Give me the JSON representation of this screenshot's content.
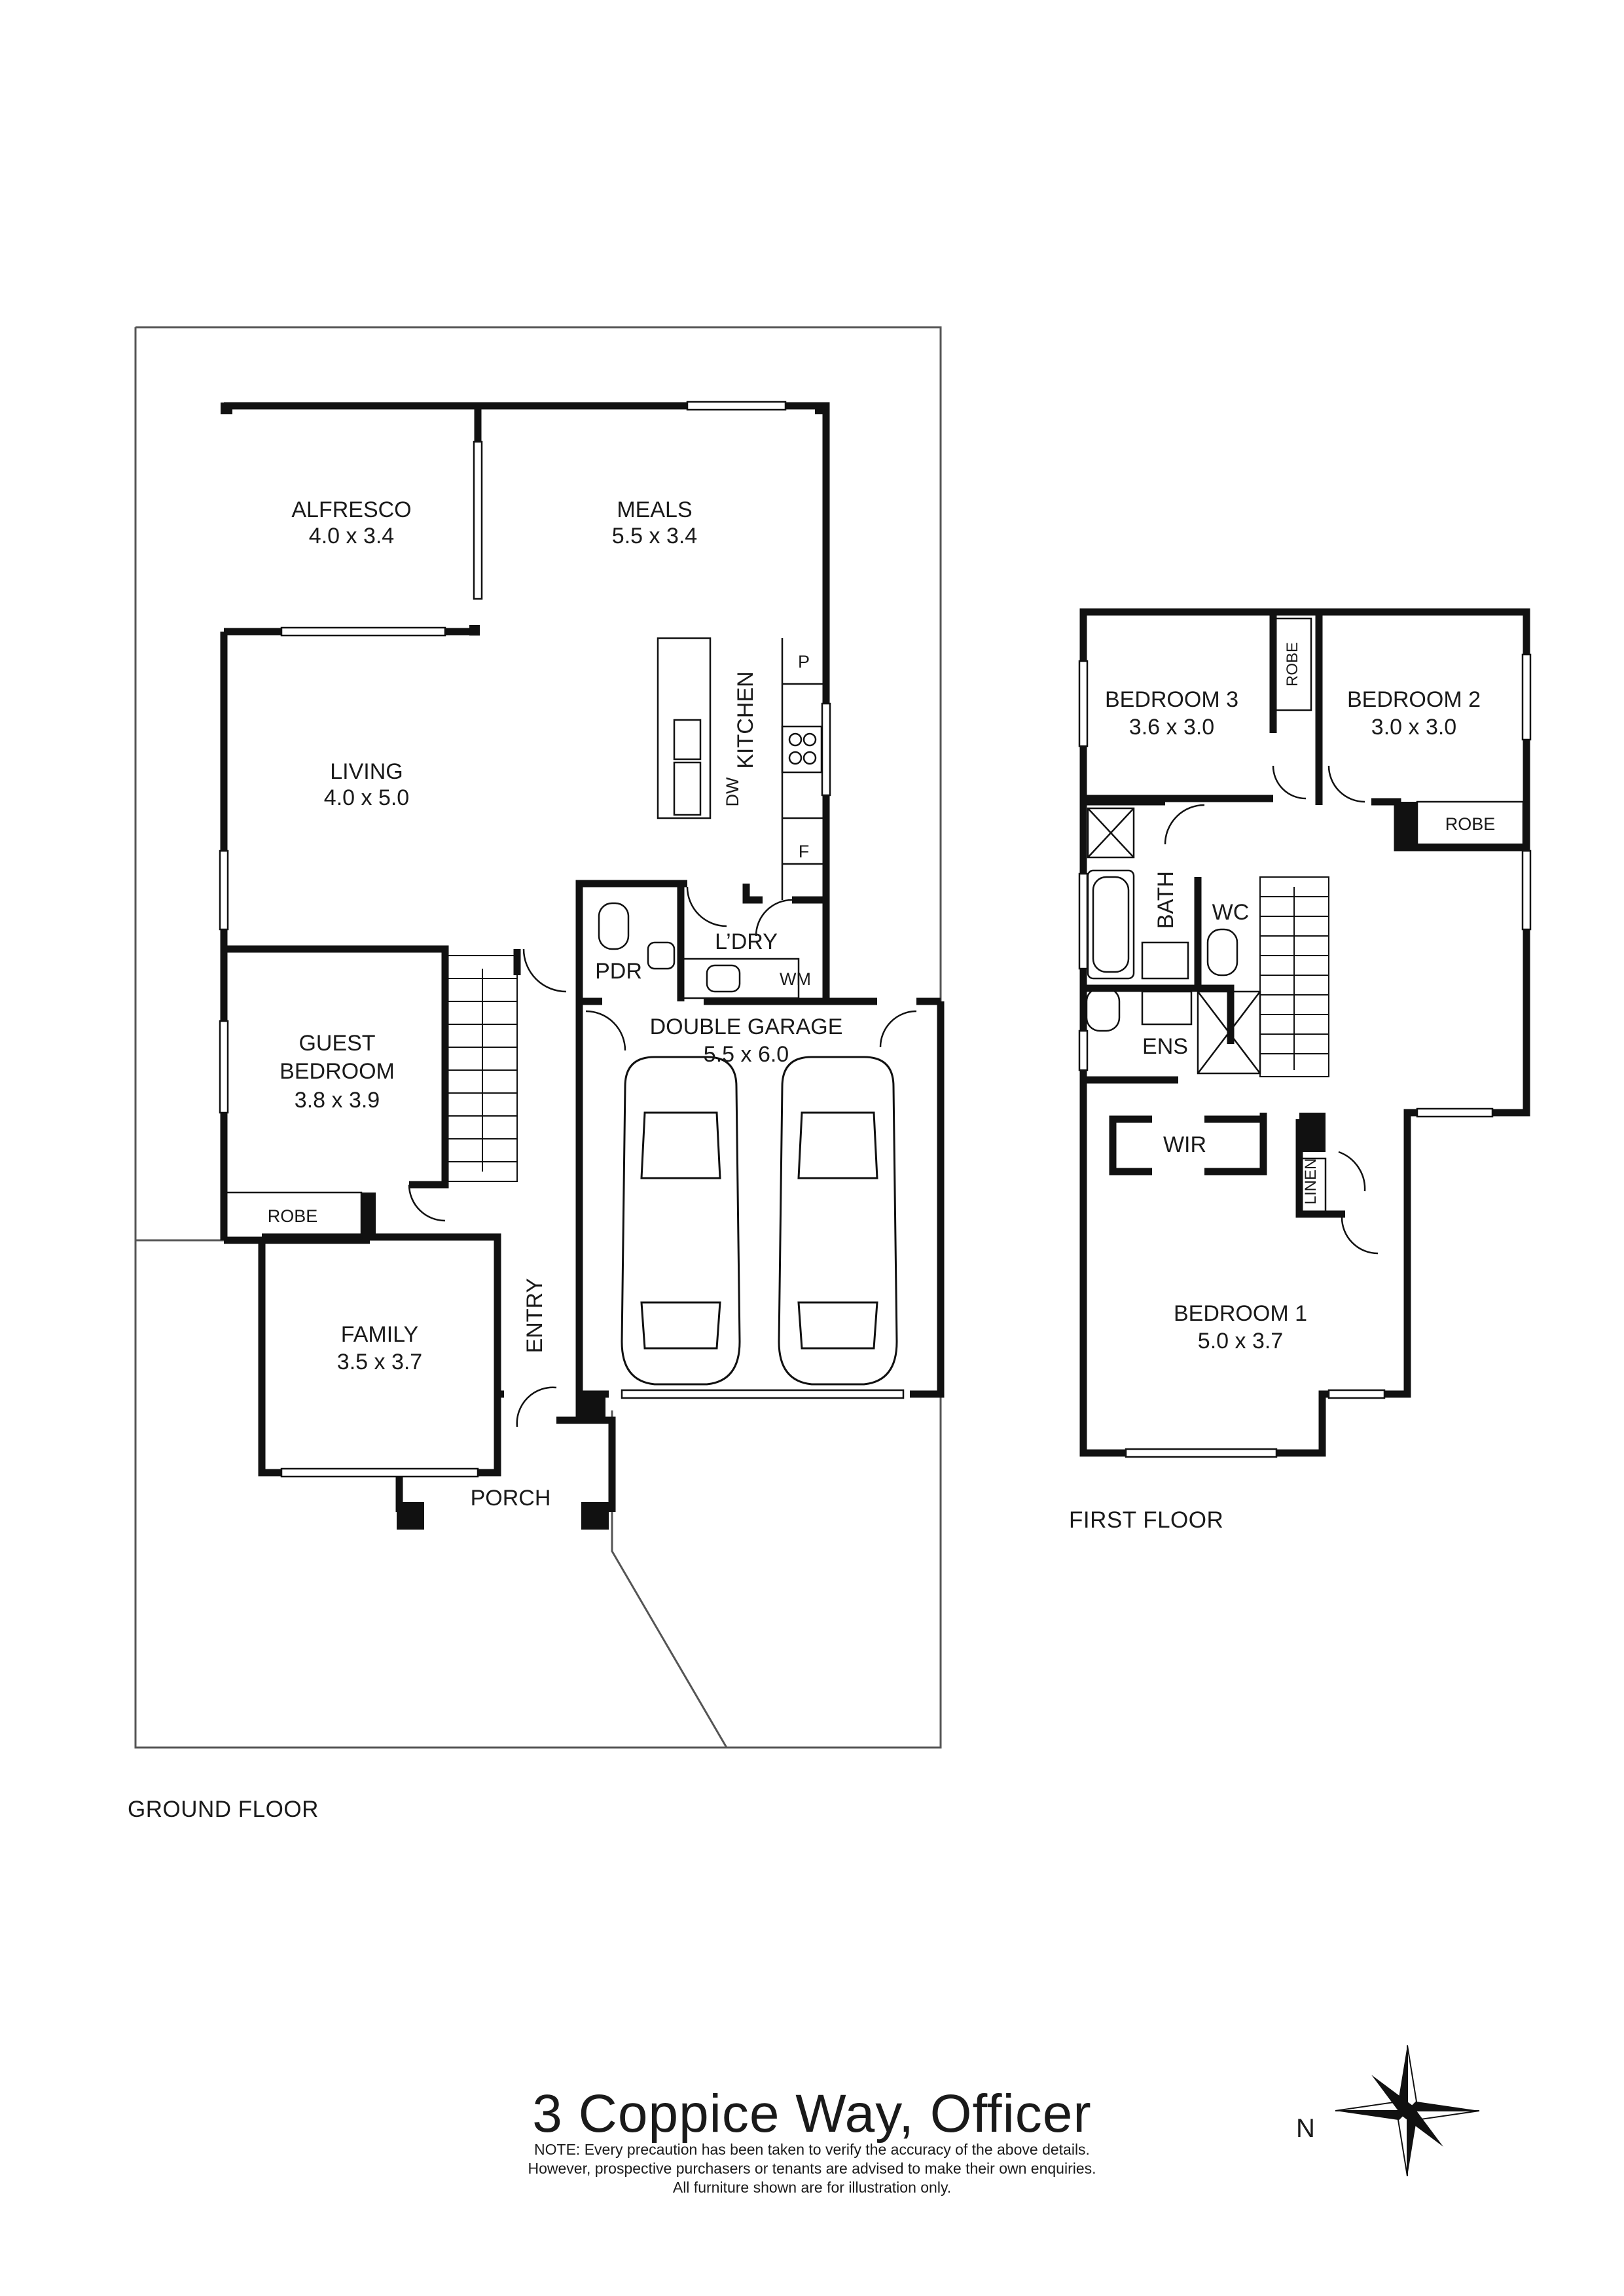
{
  "address": "3 Coppice Way, Officer",
  "floors": {
    "ground": "GROUND FLOOR",
    "first": "FIRST FLOOR"
  },
  "rooms": {
    "alfresco": {
      "name": "ALFRESCO",
      "size": "4.0 x 3.4"
    },
    "meals": {
      "name": "MEALS",
      "size": "5.5 x 3.4"
    },
    "living": {
      "name": "LIVING",
      "size": "4.0 x 5.0"
    },
    "kitchen": {
      "name": "KITCHEN"
    },
    "pantry": "P",
    "dishwasher": "DW",
    "fridge": "F",
    "laundry": "L’DRY",
    "washing_machine": "WM",
    "powder": "PDR",
    "guest_bedroom": {
      "name_line1": "GUEST",
      "name_line2": "BEDROOM",
      "size": "3.8 x 3.9"
    },
    "robe_ground": "ROBE",
    "double_garage": {
      "name": "DOUBLE GARAGE",
      "size": "5.5 x 6.0"
    },
    "family": {
      "name": "FAMILY",
      "size": "3.5 x 3.7"
    },
    "entry": "ENTRY",
    "porch": "PORCH",
    "bedroom3": {
      "name": "BEDROOM 3",
      "size": "3.6 x 3.0"
    },
    "bedroom2": {
      "name": "BEDROOM 2",
      "size": "3.0 x 3.0"
    },
    "robe_b3": "ROBE",
    "robe_b2": "ROBE",
    "bath": "BATH",
    "wc": "WC",
    "ens": "ENS",
    "wir": "WIR",
    "linen": "LINEN",
    "bedroom1": {
      "name": "BEDROOM 1",
      "size": "5.0 x 3.7"
    }
  },
  "compass": {
    "label": "N"
  },
  "note": {
    "line1": "NOTE: Every precaution has been taken to verify the accuracy of the above details.",
    "line2": "However, prospective purchasers or tenants are advised to make their own enquiries.",
    "line3": "All furniture shown are for illustration only."
  }
}
